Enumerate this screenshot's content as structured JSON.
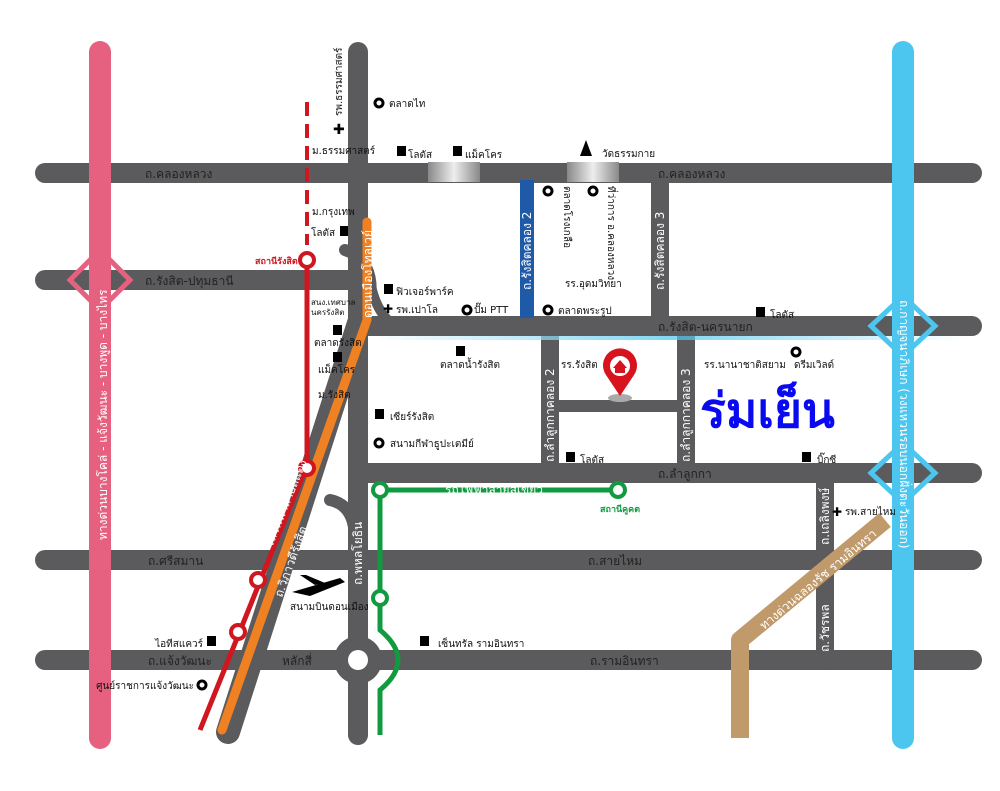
{
  "map": {
    "brand": "ร่มเย็น",
    "colors": {
      "road": "#5b5b5d",
      "expressway_pink": "#e6607f",
      "ring_road": "#4cc6ef",
      "red_line": "#d0161f",
      "orange_road": "#f08122",
      "green_line": "#119a3f",
      "tollway_tan": "#c09a6b",
      "klong2_road": "#1e5aa8",
      "brand": "#0a0af0",
      "pin": "#d7131d"
    },
    "roads": {
      "pink_expressway": "ทางด่วนบางโคล่ - แจ้งวัฒนะ - บางพูด - บางไทร",
      "ring_road": "ถ.กาญจนาภิเษก (วงแหวนรอบนอกฝั่งตะวันออก)",
      "khlong_luang_w": "ถ.คลองหลวง",
      "khlong_luang_e": "ถ.คลองหลวง",
      "rangsit_pathum": "ถ.รังสิต-ปทุมธานี",
      "rangsit_nakhon": "ถ.รังสิต-นครนายก",
      "lamlukka": "ถ.ลำลูกกา",
      "srisaman": "ถ.ศรีสมาน",
      "saimai": "ถ.สายไหม",
      "chaengwattana": "ถ.แจ้งวัฒนะ",
      "ramintra": "ถ.รามอินทรา",
      "lak_si": "หลักสี่",
      "rangsit_klong2": "ถ.รังสิตคลอง 2",
      "rangsit_klong3": "ถ.รังสิตคลอง 3",
      "lamlukka_klong2": "ถ.ลำลูกกาคลอง 2",
      "lamlukka_klong3": "ถ.ลำลูกกาคลอง 3",
      "don_mueang_tollway": "ดอนเมืองโทลเวย์",
      "vibhavadi": "ถ.วิภาวดีรังสิต",
      "phahonyothin": "ถ.พหลโยธิน",
      "thaloeng_phong": "ถ.เถลิงพงษ์",
      "watcharaphon": "ถ.วัชรพล",
      "ramintra_expressway": "ทางด่วนฉลองรัช รามอินทรา"
    },
    "transit": {
      "red_line": "รถไฟฟ้าสายสีแดง",
      "green_line": "รถไฟฟ้าสายสีเขียว",
      "rangsit_station": "สถานีรังสิต",
      "khu_khot_station": "สถานีคูคต"
    },
    "places": {
      "talad_thai": "ตลาดไท",
      "thammasat_hospital": "รพ.ธรรมศาสตร์",
      "thammasat": "ม.ธรรมศาสตร์",
      "lotus1": "โลตัส",
      "makro1": "แม็คโคร",
      "wat_dhammakaya": "วัดธรรมกาย",
      "talad_rong_kluea": "ตลาดโรงเกลือ",
      "khlong_luang_office": "ที่ว่าการ อ.คลองหลวง",
      "bangkok_univ": "ม.กรุงเทพ",
      "lotus2": "โลตัส",
      "future_park": "ฟิวเจอร์พาร์ค",
      "paolo_hospital": "รพ.เปาโล",
      "ptt": "ปั๊ม PTT",
      "udom_school": "รร.อุดมวิทยา",
      "talad_phra_rup": "ตลาดพระรูป",
      "nakhon_rangsit_office": "สนง.เทศบาล นครรังสิต",
      "talad_rangsit": "ตลาดรังสิต",
      "makro2": "แม็คโคร",
      "rangsit_univ": "ม.รังสิต",
      "talad_nam_rangsit": "ตลาดน้ำรังสิต",
      "school_rangsit": "รร.รังสิต",
      "zeer": "เซียร์รังสิต",
      "thupatemi": "สนามกีฬาธูปะเตมีย์",
      "lotus3": "โลตัส",
      "lotus4": "โลตัส",
      "nanachat_siam": "รร.นานาชาติสยาม",
      "dream_world": "ดรีมเวิลด์",
      "big_c": "บิ๊กซี",
      "saimai_hospital": "รพ.สายไหม",
      "don_mueang_airport": "สนามบินดอนเมือง",
      "it_square": "ไอทีสแควร์",
      "central_ramintra": "เซ็นทรัล รามอินทรา",
      "chaengwattana_center": "ศูนย์ราชการแจ้งวัฒนะ"
    }
  }
}
